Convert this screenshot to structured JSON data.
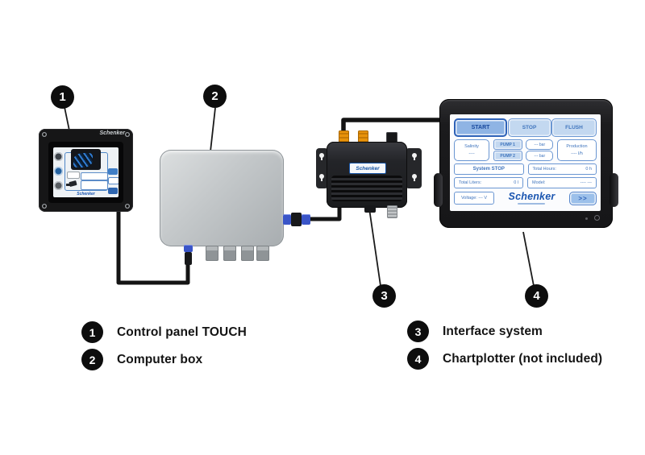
{
  "legend": {
    "items": [
      {
        "number": "1",
        "label": "Control panel TOUCH"
      },
      {
        "number": "2",
        "label": "Computer box"
      },
      {
        "number": "3",
        "label": "Interface system"
      },
      {
        "number": "4",
        "label": "Chartplotter (not included)"
      }
    ]
  },
  "control_panel": {
    "frame_brand": "Schenker",
    "screen_brand": "Schenker"
  },
  "interface_system": {
    "label": "Schenker"
  },
  "chartplotter": {
    "screen": {
      "start": "START",
      "stop": "STOP",
      "flush": "FLUSH",
      "salinity_label": "Salinity",
      "salinity_value": "----",
      "pump1": "PUMP 1",
      "pump2": "PUMP 2",
      "pressure1": "--- bar",
      "pressure2": "--- bar",
      "production_label": "Production",
      "production_value": "---- l/h",
      "system_status": "System STOP",
      "total_hours_label": "Total Hours:",
      "total_hours_value": "0 h",
      "total_liters_label": "Total Liters:",
      "total_liters_value": "0 l",
      "model_label": "Model:",
      "model_value": "---- ---",
      "voltage": "Voltage: --- V",
      "brand": "Schenker",
      "next": ">>"
    }
  },
  "colors": {
    "accent_blue": "#2e62b8",
    "ui_blue_border": "#6a96d2",
    "ui_blue_fill": "#c3d8f0",
    "brand_blue": "#1a55b0",
    "connector_orange": "#e8920a",
    "connector_blue": "#3a55c8",
    "cable_black": "#141414"
  }
}
